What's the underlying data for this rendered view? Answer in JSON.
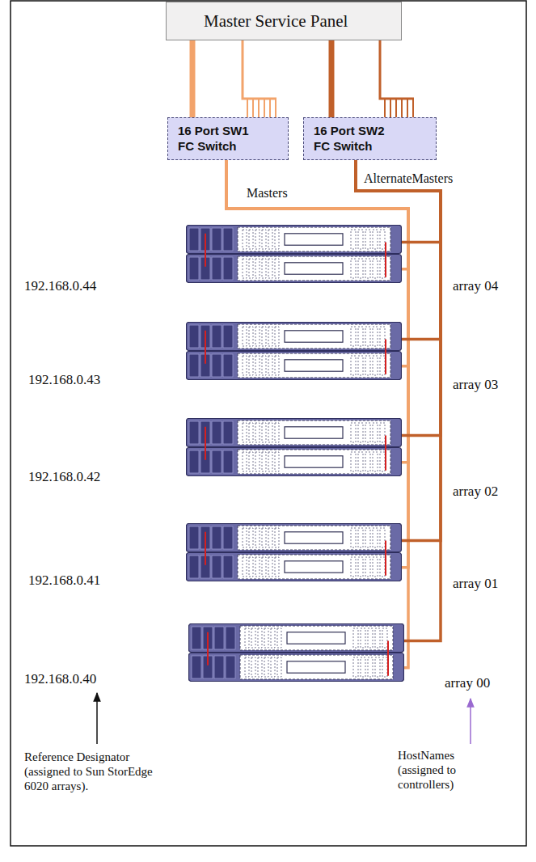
{
  "diagram": {
    "nodes": [
      {
        "text": [
          "Master Service Panel"
        ]
      },
      {
        "text": [
          "16 Port SW1 FC Switch"
        ]
      },
      {
        "text": [
          "16 Port SW2 FC Switch"
        ]
      },
      {
        "text": [
          "192.168.0.44",
          "array 04"
        ]
      },
      {
        "text": [
          "192.168.0.43",
          "array 03"
        ]
      },
      {
        "text": [
          "192.168.0.42",
          "array 02"
        ]
      },
      {
        "text": [
          "192.168.0.41",
          "array 01"
        ]
      },
      {
        "text": [
          "192.168.0.40",
          "array 00"
        ]
      }
    ],
    "edges": [
      {
        "from": 0,
        "to": 1,
        "arrow": "none"
      },
      {
        "from": 0,
        "to": 2,
        "arrow": "none"
      },
      {
        "from": 1,
        "to": 3,
        "arrow": "none"
      },
      {
        "from": 1,
        "to": 4,
        "arrow": "none"
      },
      {
        "from": 1,
        "to": 5,
        "arrow": "none"
      },
      {
        "from": 1,
        "to": 6,
        "arrow": "none"
      },
      {
        "from": 1,
        "to": 7,
        "arrow": "none"
      },
      {
        "from": 2,
        "to": 3,
        "arrow": "none"
      },
      {
        "from": 2,
        "to": 4,
        "arrow": "none"
      },
      {
        "from": 2,
        "to": 5,
        "arrow": "none"
      },
      {
        "from": 2,
        "to": 6,
        "arrow": "none"
      },
      {
        "from": 2,
        "to": 7,
        "arrow": "none"
      }
    ],
    "labels": [
      "Masters",
      "AlternateMasters",
      "Reference Designator (assigned to Sun StorEdge 6020 arrays).",
      "HostNames (assigned to controllers)"
    ]
  }
}
